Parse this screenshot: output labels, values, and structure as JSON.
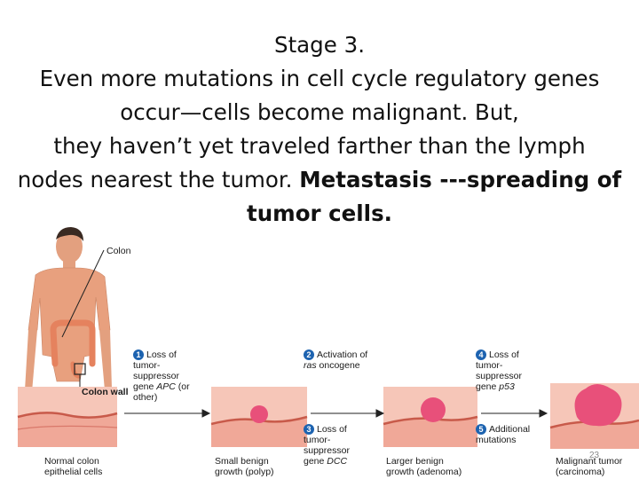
{
  "slide": {
    "title_lines": [
      "Stage 3.",
      "Even more mutations in cell cycle regulatory genes",
      "occur—cells become malignant.  But,",
      "they haven’t yet traveled farther than the lymph",
      "nodes nearest the tumor.  "
    ],
    "title_bold_1": "Metastasis ---spreading of",
    "title_bold_2": "tumor cells.",
    "page_number": "23"
  },
  "diagram": {
    "colon_label": "Colon",
    "colon_wall_label": "Colon wall",
    "stages": [
      {
        "line1": "Normal colon",
        "line2": "epithelial cells"
      },
      {
        "line1": "Small benign",
        "line2": "growth (polyp)"
      },
      {
        "line1": "Larger benign",
        "line2": "growth (adenoma)"
      },
      {
        "line1": "Malignant tumor",
        "line2": "(carcinoma)"
      }
    ],
    "steps": [
      {
        "n": "1",
        "l1": "Loss of",
        "l2": "tumor-",
        "l3": "suppressor",
        "l4a": "gene ",
        "l4i": "APC",
        "l4b": " (or",
        "l5": "other)"
      },
      {
        "n": "2",
        "l1": "Activation of",
        "l2i": "ras",
        "l2b": " oncogene"
      },
      {
        "n": "3",
        "l1": "Loss of",
        "l2": "tumor-",
        "l3": "suppressor",
        "l4a": "gene ",
        "l4i": "DCC"
      },
      {
        "n": "4",
        "l1": "Loss of",
        "l2": "tumor-",
        "l3": "suppressor",
        "l4a": "gene ",
        "l4i": "p53"
      },
      {
        "n": "5",
        "l1": "Additional",
        "l2": "mutations"
      }
    ]
  },
  "colors": {
    "skin": "#e8a07e",
    "tissue": "#f0a898",
    "tissue_dark": "#d9786a",
    "tumor": "#e8507a",
    "step_badge": "#1d63b0"
  }
}
